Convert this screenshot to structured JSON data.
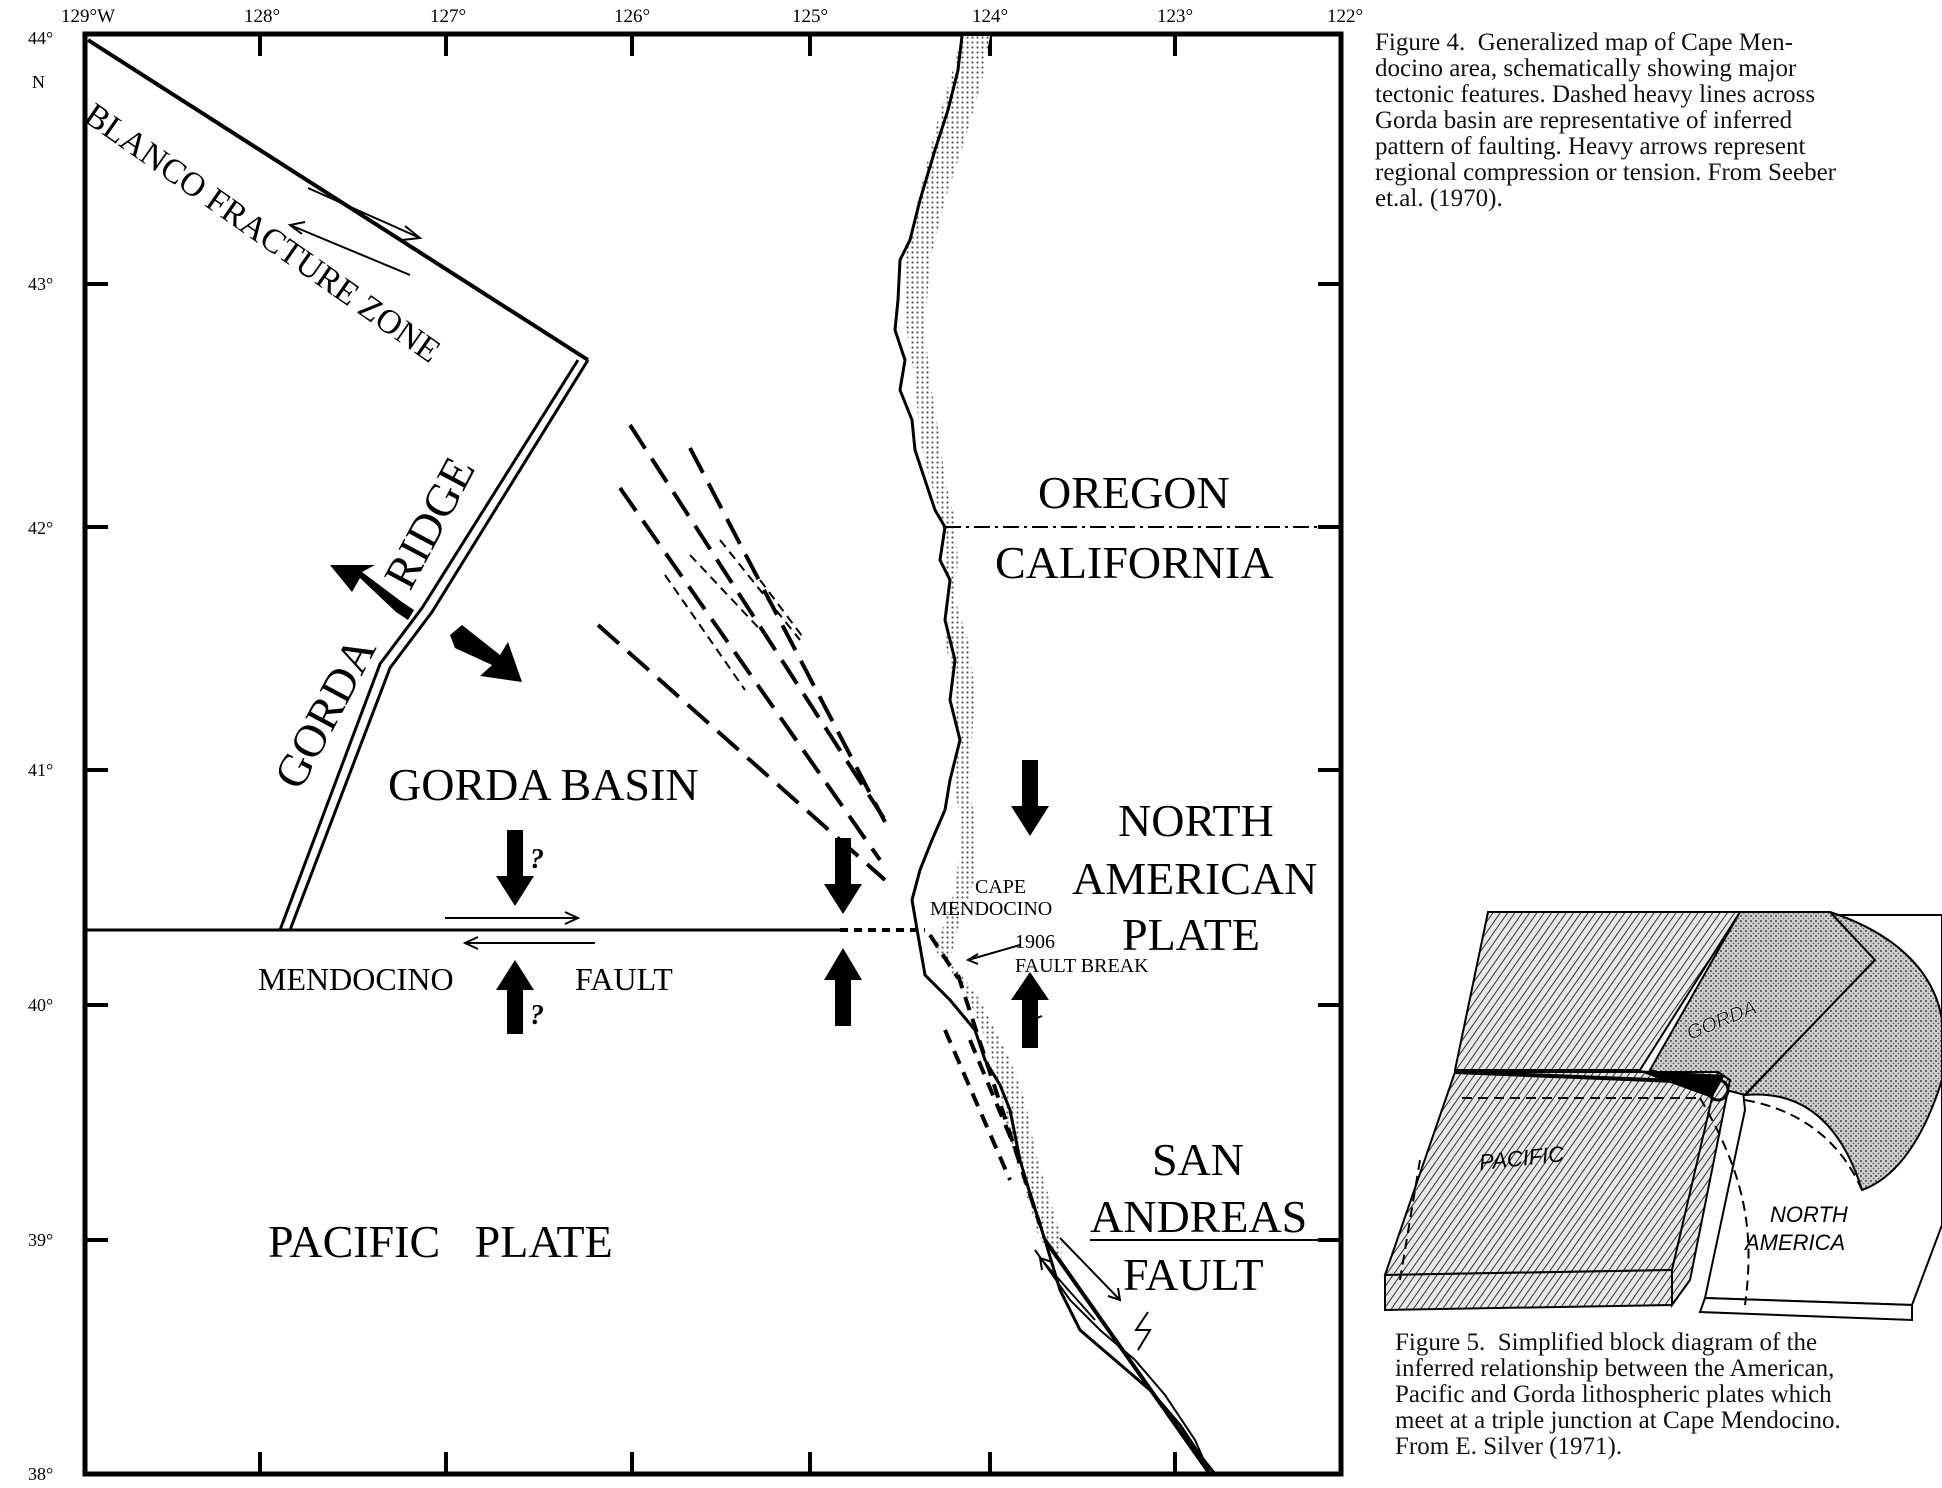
{
  "longitude_ticks": [
    "129°W",
    "128°",
    "127°",
    "126°",
    "125°",
    "124°",
    "123°",
    "122°"
  ],
  "latitude_ticks": [
    "44°",
    "N",
    "43°",
    "42°",
    "41°",
    "40°",
    "39°",
    "38°"
  ],
  "map_labels": {
    "blanco": "BLANCO FRACTURE ZONE",
    "ridge": "RIDGE",
    "gorda": "GORDA",
    "gorda_basin": "GORDA BASIN",
    "oregon": "OREGON",
    "california": "CALIFORNIA",
    "north": "NORTH",
    "american": "AMERICAN",
    "plate": "PLATE",
    "cape": "CAPE",
    "mendocino_place": "MENDOCINO",
    "fault_year": "1906",
    "fault_break": "FAULT BREAK",
    "mendocino_fault_1": "MENDOCINO",
    "mendocino_fault_2": "FAULT",
    "question_mark": "?",
    "san": "SAN",
    "andreas": "ANDREAS",
    "fault_sa": "FAULT",
    "pacific_plate": "PACIFIC   PLATE"
  },
  "block_labels": {
    "gorda": "GORDA",
    "pacific": "PACIFIC",
    "north": "NORTH",
    "america": "AMERICA"
  },
  "captions": {
    "figure4": "Figure 4.  Generalized map of Cape Men-\ndocino area, schematically showing major\ntectonic features. Dashed heavy lines across\nGorda basin are representative of inferred\npattern of faulting. Heavy arrows represent\nregional compression or tension. From Seeber\net.al. (1970).",
    "figure5": "Figure 5.  Simplified block diagram of the\ninferred relationship between the American,\nPacific and Gorda lithospheric plates which\nmeet at a triple junction at Cape Mendocino.\nFrom E. Silver (1971)."
  }
}
